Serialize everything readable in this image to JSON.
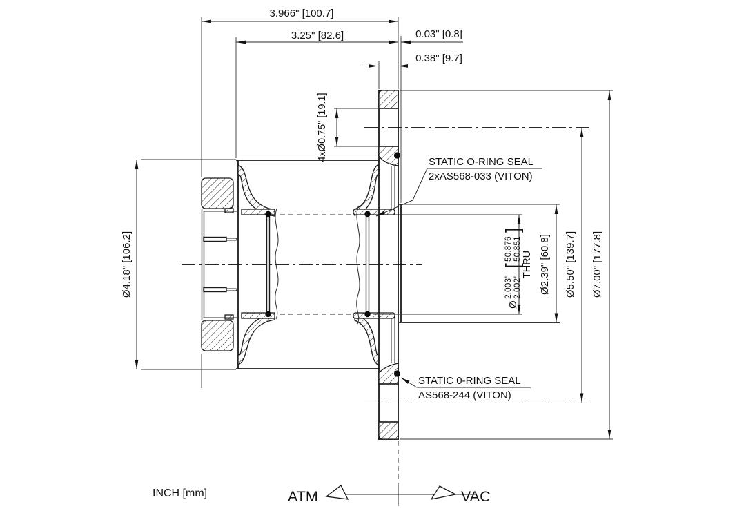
{
  "drawing": {
    "units_note": "INCH [mm]",
    "side_left": "ATM",
    "side_right": "VAC",
    "dims": {
      "overall_length": "3.966\" [100.7]",
      "body_length": "3.25\" [82.6]",
      "face_lip": "0.03\" [0.8]",
      "flange_thickness": "0.38\" [9.7]",
      "bolt_holes": "4xØ0.75\" [19.1]",
      "body_od": "Ø4.18\" [106.2]",
      "bore_prefix": "Ø",
      "bore_inch_upper": "2.003\"",
      "bore_inch_lower": "2.002\"",
      "bore_bracket_open": "[",
      "bore_mm_upper": "50.876",
      "bore_mm_lower": "50.851",
      "bore_bracket_close": "]",
      "bore_thru": "THRU",
      "counterbore": "Ø2.39\" [60.8]",
      "bolt_circle": "Ø5.50\" [139.7]",
      "flange_od": "Ø7.00\" [177.8]"
    },
    "labels": {
      "seal_top_line1": "STATIC O-RING SEAL",
      "seal_top_line2": "2xAS568-033 (VITON)",
      "seal_bottom_line1": "STATIC 0-RING SEAL",
      "seal_bottom_line2": "AS568-244 (VITON)"
    },
    "colors": {
      "line": "#1a1a1a",
      "background": "#ffffff"
    }
  }
}
